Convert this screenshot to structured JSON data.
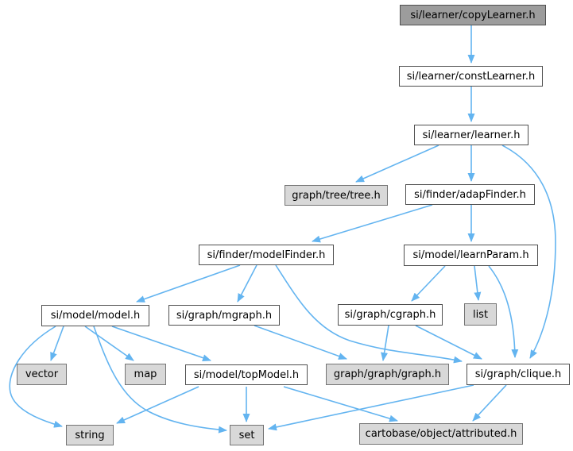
{
  "diagram": {
    "type": "include-dependency-graph",
    "focus_node": "copyLearner",
    "colors": {
      "edge": "#63b4f0",
      "node_fill": "#ffffff",
      "node_border": "#4f4f4f",
      "focus_fill": "#9c9c9c",
      "external_fill": "#d8d8d8",
      "external_border": "#747474",
      "text": "#000000",
      "background": "#ffffff"
    },
    "nodes": [
      {
        "id": "copyLearner",
        "label": "si/learner/copyLearner.h",
        "kind": "focus"
      },
      {
        "id": "constLearner",
        "label": "si/learner/constLearner.h",
        "kind": "normal"
      },
      {
        "id": "learner",
        "label": "si/learner/learner.h",
        "kind": "normal"
      },
      {
        "id": "tree",
        "label": "graph/tree/tree.h",
        "kind": "external"
      },
      {
        "id": "adapFinder",
        "label": "si/finder/adapFinder.h",
        "kind": "normal"
      },
      {
        "id": "modelFinder",
        "label": "si/finder/modelFinder.h",
        "kind": "normal"
      },
      {
        "id": "learnParam",
        "label": "si/model/learnParam.h",
        "kind": "normal"
      },
      {
        "id": "model",
        "label": "si/model/model.h",
        "kind": "normal"
      },
      {
        "id": "mgraph",
        "label": "si/graph/mgraph.h",
        "kind": "normal"
      },
      {
        "id": "cgraph",
        "label": "si/graph/cgraph.h",
        "kind": "normal"
      },
      {
        "id": "list",
        "label": "list",
        "kind": "external"
      },
      {
        "id": "vector",
        "label": "vector",
        "kind": "external"
      },
      {
        "id": "map",
        "label": "map",
        "kind": "external"
      },
      {
        "id": "topModel",
        "label": "si/model/topModel.h",
        "kind": "normal"
      },
      {
        "id": "graph",
        "label": "graph/graph/graph.h",
        "kind": "external"
      },
      {
        "id": "clique",
        "label": "si/graph/clique.h",
        "kind": "normal"
      },
      {
        "id": "string",
        "label": "string",
        "kind": "external"
      },
      {
        "id": "set",
        "label": "set",
        "kind": "external"
      },
      {
        "id": "attributed",
        "label": "cartobase/object/attributed.h",
        "kind": "external"
      }
    ],
    "edges": [
      {
        "from": "copyLearner",
        "to": "constLearner"
      },
      {
        "from": "constLearner",
        "to": "learner"
      },
      {
        "from": "learner",
        "to": "tree"
      },
      {
        "from": "learner",
        "to": "adapFinder"
      },
      {
        "from": "learner",
        "to": "clique"
      },
      {
        "from": "adapFinder",
        "to": "modelFinder"
      },
      {
        "from": "adapFinder",
        "to": "learnParam"
      },
      {
        "from": "modelFinder",
        "to": "model"
      },
      {
        "from": "modelFinder",
        "to": "mgraph"
      },
      {
        "from": "modelFinder",
        "to": "clique"
      },
      {
        "from": "learnParam",
        "to": "cgraph"
      },
      {
        "from": "learnParam",
        "to": "list"
      },
      {
        "from": "learnParam",
        "to": "clique"
      },
      {
        "from": "model",
        "to": "vector"
      },
      {
        "from": "model",
        "to": "map"
      },
      {
        "from": "model",
        "to": "topModel"
      },
      {
        "from": "model",
        "to": "string"
      },
      {
        "from": "model",
        "to": "set"
      },
      {
        "from": "mgraph",
        "to": "graph"
      },
      {
        "from": "cgraph",
        "to": "graph"
      },
      {
        "from": "cgraph",
        "to": "clique"
      },
      {
        "from": "topModel",
        "to": "string"
      },
      {
        "from": "topModel",
        "to": "set"
      },
      {
        "from": "topModel",
        "to": "attributed"
      },
      {
        "from": "clique",
        "to": "set"
      },
      {
        "from": "clique",
        "to": "attributed"
      }
    ]
  }
}
